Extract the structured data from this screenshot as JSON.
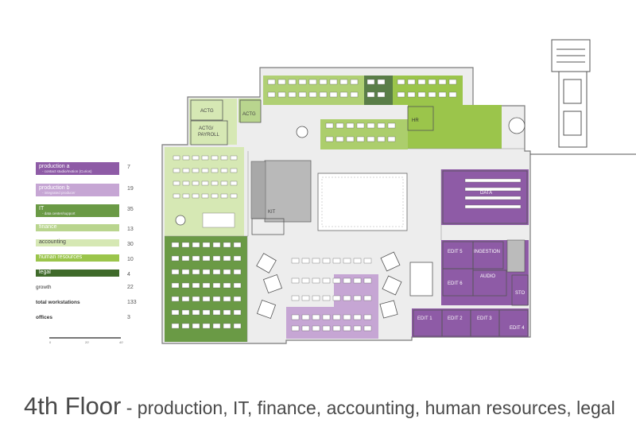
{
  "caption": {
    "floor": "4th Floor",
    "departments": " - production, IT, finance, accounting, human resources, legal"
  },
  "legend": {
    "items": [
      {
        "label": "production a",
        "sub": "- contact studio/motion (Curios)",
        "count": "7",
        "color": "#8e5ba6"
      },
      {
        "label": "production b",
        "sub": "- integrated producer",
        "count": "19",
        "color": "#c6a6d4"
      },
      {
        "label": "IT",
        "sub": "- data center/support",
        "count": "35",
        "color": "#6a9a45"
      },
      {
        "label": "finance",
        "sub": "",
        "count": "13",
        "color": "#b9d58e"
      },
      {
        "label": "accounting",
        "sub": "",
        "count": "30",
        "color": "#d6e8b4"
      },
      {
        "label": "human resources",
        "sub": "",
        "count": "10",
        "color": "#9bc54b"
      },
      {
        "label": "legal",
        "sub": "",
        "count": "4",
        "color": "#3f6a2a"
      }
    ],
    "totals": [
      {
        "label": "growth",
        "count": "22"
      },
      {
        "label": "total workstations",
        "count": "133"
      },
      {
        "label": "offices",
        "count": "3"
      }
    ]
  },
  "scale": {
    "t0": "0",
    "t1": "20'",
    "t2": "40'"
  },
  "rooms": {
    "actg1": "ACTG",
    "actg2": "ACTG/ PAYROLL",
    "actg3": "ACTG",
    "hr": "HR",
    "kit": "KIT",
    "data": "DATA",
    "edit5": "EDIT 5",
    "ingestion": "INGESTION",
    "edit6": "EDIT 6",
    "audio": "AUDIO",
    "sto": "STO",
    "edit1": "EDIT 1",
    "edit2": "EDIT 2",
    "edit3": "EDIT 3",
    "edit4": "EDIT 4"
  }
}
